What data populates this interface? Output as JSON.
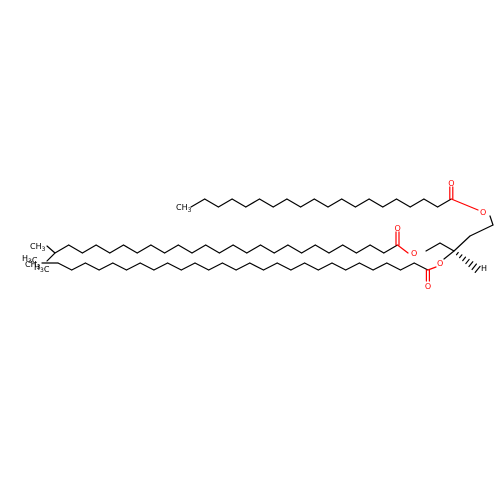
{
  "structure": {
    "labels": {
      "ch3": "CH",
      "h3c": "H",
      "three": "3",
      "oxygen": "O",
      "hydrogen": "H"
    }
  },
  "colors": {
    "bond": "#000000",
    "oxygen": "#ff0000",
    "background": "#ffffff"
  }
}
